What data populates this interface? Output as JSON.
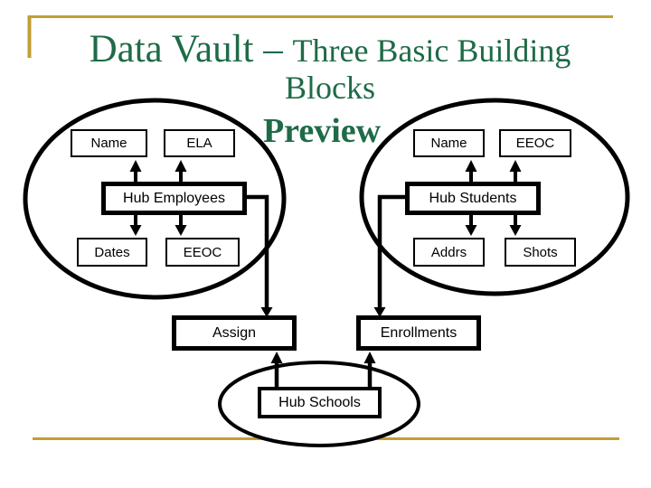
{
  "title": {
    "part1": "Data Vault – ",
    "part2": "Three Basic Building",
    "part3": "Blocks",
    "preview": "Preview"
  },
  "colors": {
    "title_green": "#1E6B47",
    "accent_gold": "#C0A033",
    "diagram_stroke": "#000000",
    "box_fill": "#FFFFFF"
  },
  "diagram": {
    "left_ellipse": {
      "satellite_top_left": "Name",
      "satellite_top_right": "ELA",
      "hub": "Hub Employees",
      "satellite_bottom_left": "Dates",
      "satellite_bottom_right": "EEOC"
    },
    "right_ellipse": {
      "satellite_top_left": "Name",
      "satellite_top_right": "EEOC",
      "hub": "Hub Students",
      "satellite_bottom_left": "Addrs",
      "satellite_bottom_right": "Shots"
    },
    "links": {
      "left": "Assign",
      "right": "Enrollments"
    },
    "bottom_ellipse": {
      "hub": "Hub Schools"
    }
  }
}
